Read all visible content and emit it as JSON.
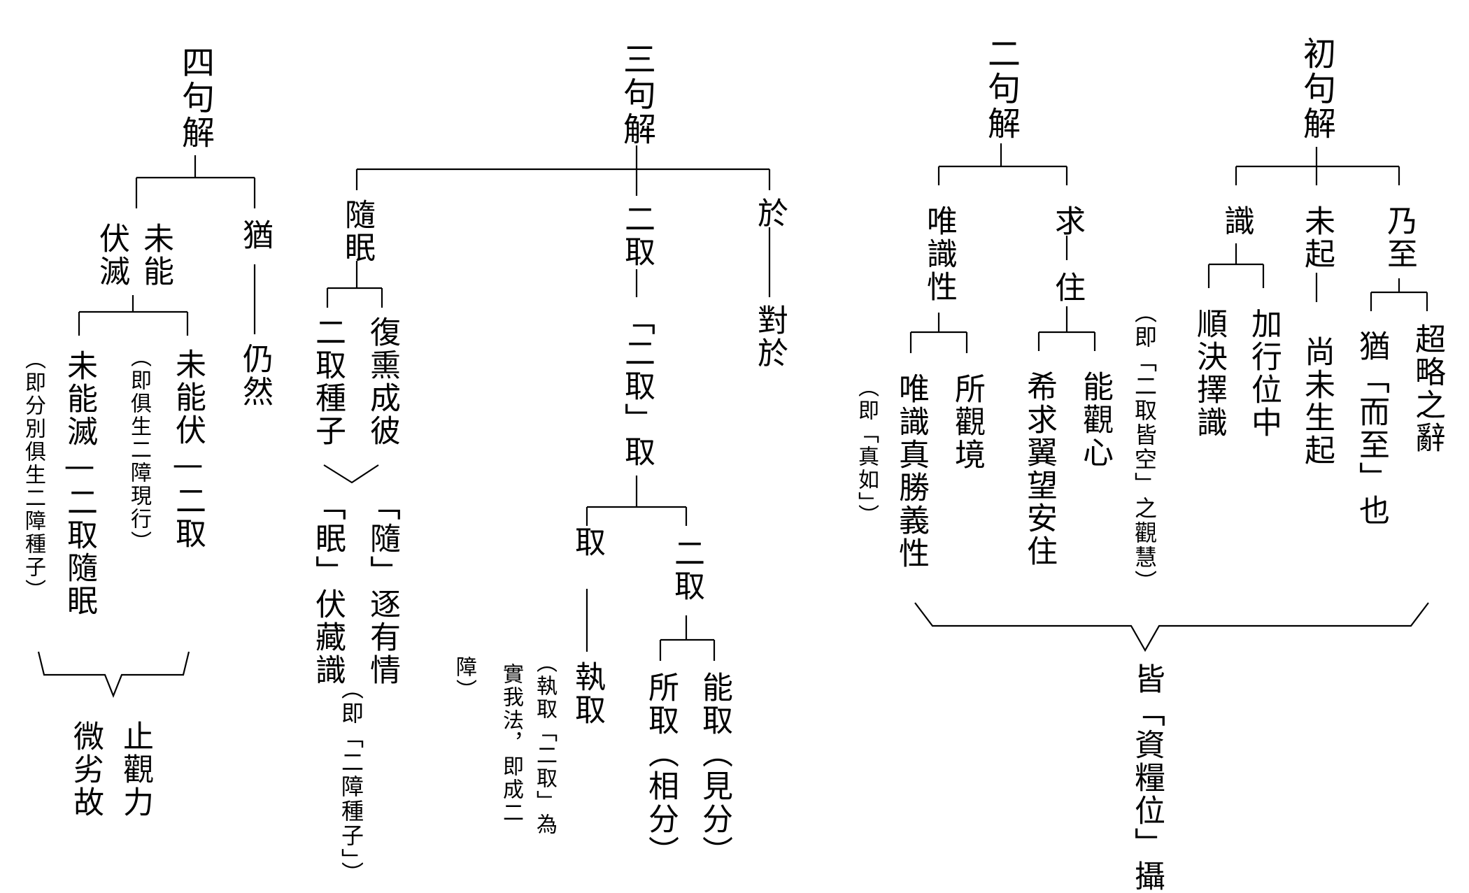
{
  "nodes": {
    "c1": {
      "head": "初句解",
      "b1": "乃至",
      "b1a": "超略之辭",
      "b1b": "猶「而至」也",
      "b2": "未起",
      "b2a": "尚未生起",
      "b3": "識",
      "b3a": "加行位中",
      "b3b": "順決擇識"
    },
    "c2": {
      "head": "二句解",
      "b1": "求",
      "b1a": "住",
      "b1a1": "能觀心",
      "b1a2": "希求翼望安住",
      "b2": "唯識性",
      "b2a": "所觀境",
      "b2b": "唯識真勝義性",
      "b2b_note": "（即「真如」）"
    },
    "c12_note": "（即「二取皆空」之觀慧）",
    "c12_summary": "皆「資糧位」攝",
    "c3": {
      "head": "三句解",
      "b1": "於",
      "b1a": "對於",
      "b2": "二取",
      "b2a": "「二取」取",
      "b2a1": "二取",
      "b2a1a": "能取（見分）",
      "b2a1b": "所取（相分）",
      "b2a2": "取",
      "b2a2a": "執取",
      "b2a2_note1": "（執取「二取」為",
      "b2a2_note2": "實我法，即成二",
      "b2a2_note3": "障）",
      "b3": "隨眠",
      "b3a": "復熏成彼",
      "b3b": "二取種子",
      "b3c": "「隨」逐有情",
      "b3d": "「眠」伏藏識",
      "b3_note": "（即「二障種子」）"
    },
    "c4": {
      "head": "四句解",
      "b1": "猶",
      "b1a": "仍然",
      "b2a": "未能",
      "b2b": "伏滅",
      "b2c": "未能伏—二取",
      "b2c_note": "（即俱生二障現行）",
      "b2d": "未能滅—二取隨眠",
      "b2d_note": "（即分別俱生二障種子）",
      "summary1": "止觀力",
      "summary2": "微劣故"
    }
  }
}
